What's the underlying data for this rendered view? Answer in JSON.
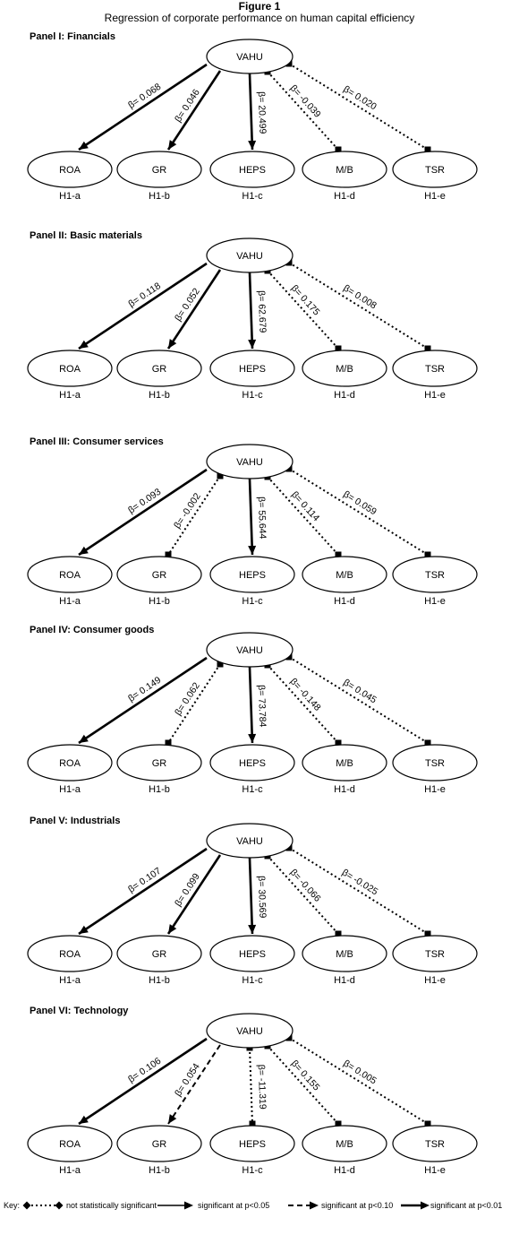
{
  "figure": {
    "title": "Figure 1",
    "subtitle": "Regression of corporate performance on human capital efficiency"
  },
  "source_node": "VAHU",
  "targets": [
    {
      "label": "ROA",
      "hypothesis": "H1-a"
    },
    {
      "label": "GR",
      "hypothesis": "H1-b"
    },
    {
      "label": "HEPS",
      "hypothesis": "H1-c"
    },
    {
      "label": "M/B",
      "hypothesis": "H1-d"
    },
    {
      "label": "TSR",
      "hypothesis": "H1-e"
    }
  ],
  "panels": [
    {
      "title": "Panel I: Financials",
      "betas": [
        "β= 0.068",
        "β= 0.046",
        "β= 20.499",
        "β= -0.039",
        "β= 0.020"
      ],
      "significance": [
        "p<0.01",
        "p<0.01",
        "p<0.01",
        "ns",
        "ns"
      ]
    },
    {
      "title": "Panel II: Basic materials",
      "betas": [
        "β= 0.118",
        "β= 0.052",
        "β= 62.679",
        "β= 0.175",
        "β= 0.008"
      ],
      "significance": [
        "p<0.01",
        "p<0.01",
        "p<0.01",
        "ns",
        "ns"
      ]
    },
    {
      "title": "Panel III: Consumer services",
      "betas": [
        "β= 0.093",
        "β= -0.002",
        "β= 55.644",
        "β= 0.114",
        "β= 0.059"
      ],
      "significance": [
        "p<0.01",
        "ns",
        "p<0.01",
        "ns",
        "ns"
      ]
    },
    {
      "title": "Panel IV: Consumer goods",
      "betas": [
        "β= 0.149",
        "β= 0.062",
        "β= 73.784",
        "β= -0.148",
        "β= 0.045"
      ],
      "significance": [
        "p<0.01",
        "ns",
        "p<0.01",
        "ns",
        "ns"
      ]
    },
    {
      "title": "Panel V: Industrials",
      "betas": [
        "β= 0.107",
        "β= 0.099",
        "β= 30.569",
        "β= -0.066",
        "β= -0.025"
      ],
      "significance": [
        "p<0.01",
        "p<0.01",
        "p<0.01",
        "ns",
        "ns"
      ]
    },
    {
      "title": "Panel VI: Technology",
      "betas": [
        "β= 0.106",
        "β= 0.054",
        "β= -11.319",
        "β= 0.155",
        "β= 0.005"
      ],
      "significance": [
        "p<0.01",
        "p<0.10",
        "ns",
        "ns",
        "ns"
      ]
    }
  ],
  "key": {
    "label": "Key:",
    "items": [
      {
        "style": "ns",
        "text": "not statistically significant"
      },
      {
        "style": "p<0.05",
        "text": "significant at p<0.05"
      },
      {
        "style": "p<0.10",
        "text": "significant at p<0.10"
      },
      {
        "style": "p<0.01",
        "text": "significant at p<0.01"
      }
    ]
  }
}
